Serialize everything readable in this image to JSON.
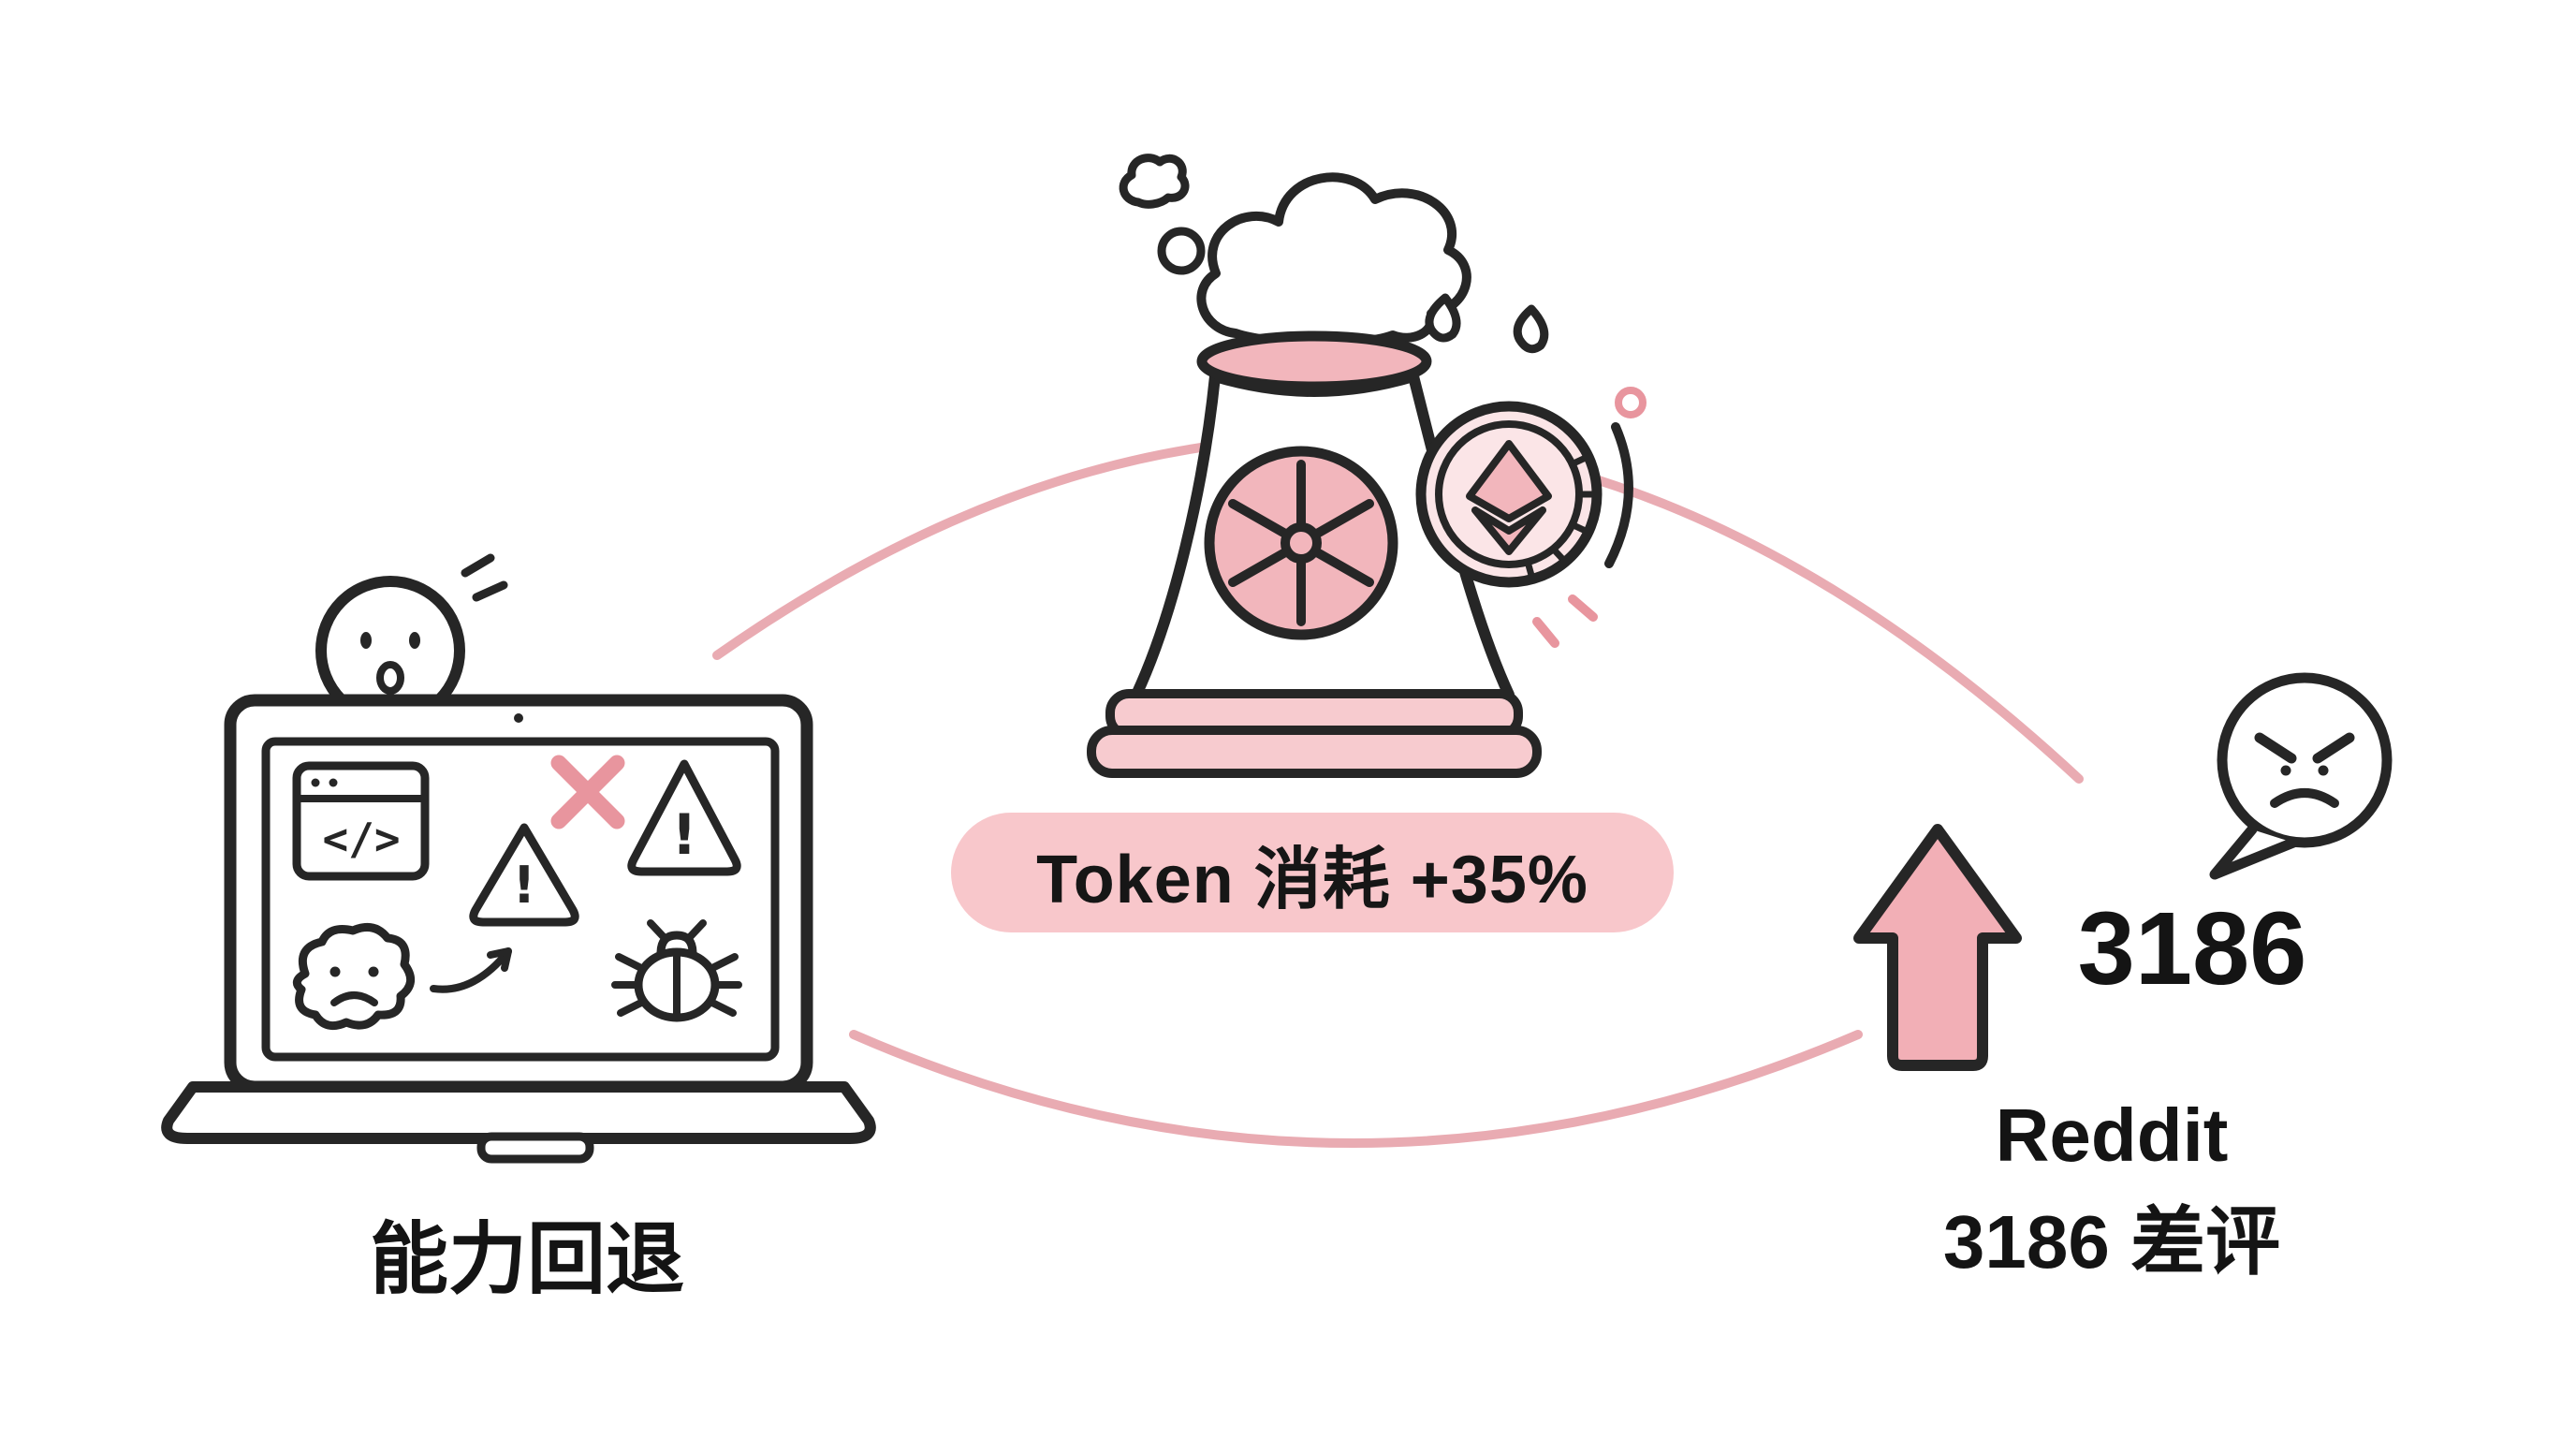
{
  "illustration": {
    "left": {
      "caption": "能力回退"
    },
    "center": {
      "badge_label": "Token 消耗 +35%"
    },
    "right": {
      "count": "3186",
      "source": "Reddit",
      "reviews": "3186 差评"
    }
  },
  "glyphs": {
    "code": "</>",
    "exclamation": "!"
  },
  "colors": {
    "background": "#ffffff",
    "ink": "#262626",
    "pink": "#f2b6bc",
    "pink_light": "#f7cbcf",
    "badge_bg": "#f8c7cb",
    "arc": "#e9abb2",
    "coin_fill": "#fbe5e7",
    "x_mark": "#e8959e"
  },
  "icons": [
    "surprised-face-icon",
    "laptop-icon",
    "code-window-icon",
    "error-x-icon",
    "warning-triangle-small-icon",
    "warning-triangle-large-icon",
    "sad-blob-icon",
    "progress-arrow-icon",
    "bug-icon",
    "smoke-cloud-icon",
    "cooling-tower-icon",
    "radiation-fan-icon",
    "eth-coin-icon",
    "splash-droplets-icon",
    "angry-speech-bubble-icon",
    "up-arrow-icon",
    "connector-arc-upper",
    "connector-arc-lower"
  ]
}
